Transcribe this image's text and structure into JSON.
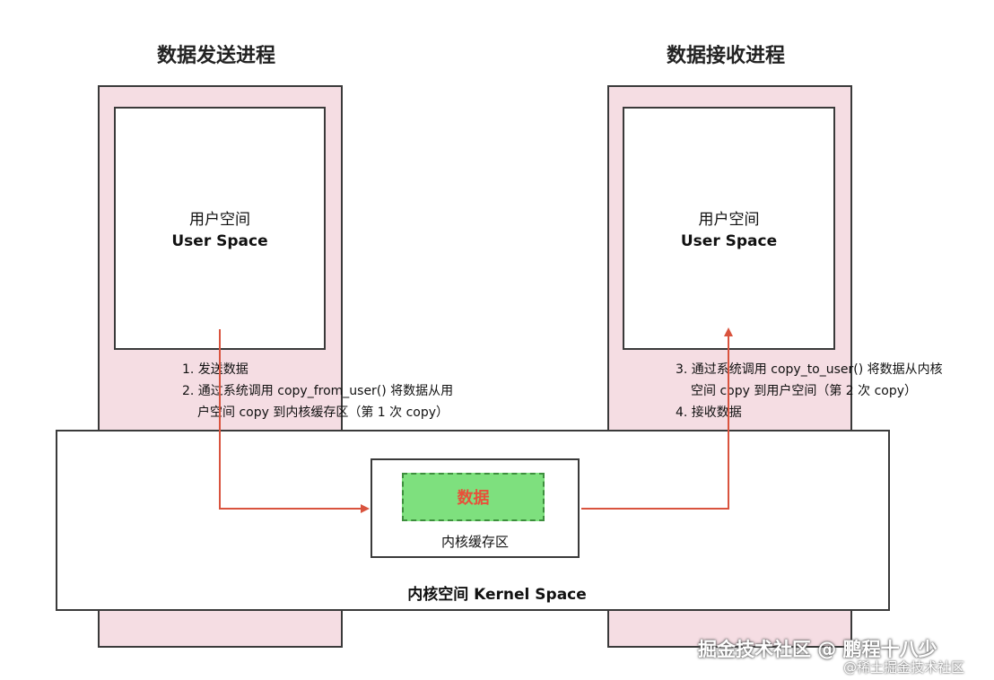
{
  "sender": {
    "title": "数据发送进程",
    "user_space_zh": "用户空间",
    "user_space_en": "User Space",
    "steps": [
      "1. 发送数据",
      "2. 通过系统调用 copy_from_user() 将数据从用",
      "户空间 copy 到内核缓存区（第 1 次 copy）"
    ]
  },
  "receiver": {
    "title": "数据接收进程",
    "user_space_zh": "用户空间",
    "user_space_en": "User Space",
    "steps": [
      "3. 通过系统调用 copy_to_user() 将数据从内核",
      "空间 copy 到用户空间（第 2 次 copy）",
      "4. 接收数据"
    ]
  },
  "kernel": {
    "label": "内核空间 Kernel Space",
    "buffer_label": "内核缓存区",
    "data_label": "数据"
  },
  "watermark": {
    "main": "掘金技术社区 @ 鹏程十八少",
    "sub": "@稀土掘金技术社区"
  },
  "colors": {
    "process_fill": "#f5dde3",
    "data_fill": "#7ee07e",
    "data_text": "#e8513a",
    "arrow": "#d9533e"
  }
}
